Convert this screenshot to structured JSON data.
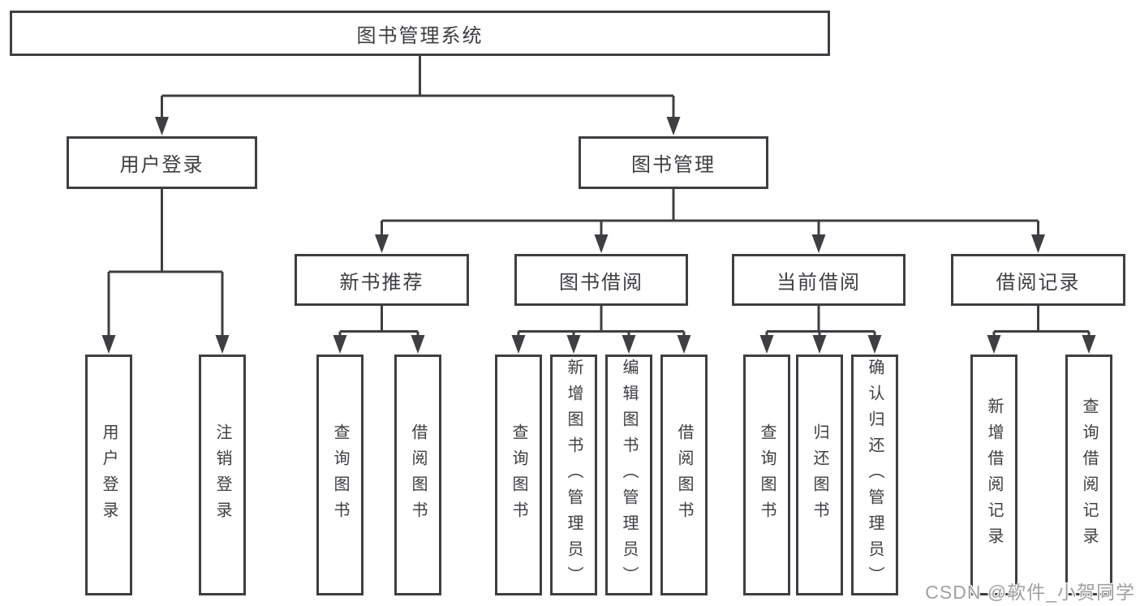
{
  "diagram_title": "图书管理系统",
  "tree": {
    "label": "图书管理系统",
    "children": [
      {
        "label": "用户登录",
        "children": [
          {
            "label": "用户登录"
          },
          {
            "label": "注销登录"
          }
        ]
      },
      {
        "label": "图书管理",
        "children": [
          {
            "label": "新书推荐",
            "children": [
              {
                "label": "查询图书"
              },
              {
                "label": "借阅图书"
              }
            ]
          },
          {
            "label": "图书借阅",
            "children": [
              {
                "label": "查询图书"
              },
              {
                "label": "新增图书（管理员）"
              },
              {
                "label": "编辑图书（管理员）"
              },
              {
                "label": "借阅图书"
              }
            ]
          },
          {
            "label": "当前借阅",
            "children": [
              {
                "label": "查询图书"
              },
              {
                "label": "归还图书"
              },
              {
                "label": "确认归还（管理员）"
              }
            ]
          },
          {
            "label": "借阅记录",
            "children": [
              {
                "label": "新增借阅记录"
              },
              {
                "label": "查询借阅记录"
              }
            ]
          }
        ]
      }
    ]
  },
  "watermark": {
    "text": "CSDN @软件_小贺同学"
  },
  "colors": {
    "line": "#3d3f42",
    "text": "#3c3e42",
    "box_fill": "#ffffff",
    "background": "#ffffff",
    "watermark": "#a0a0a0"
  }
}
